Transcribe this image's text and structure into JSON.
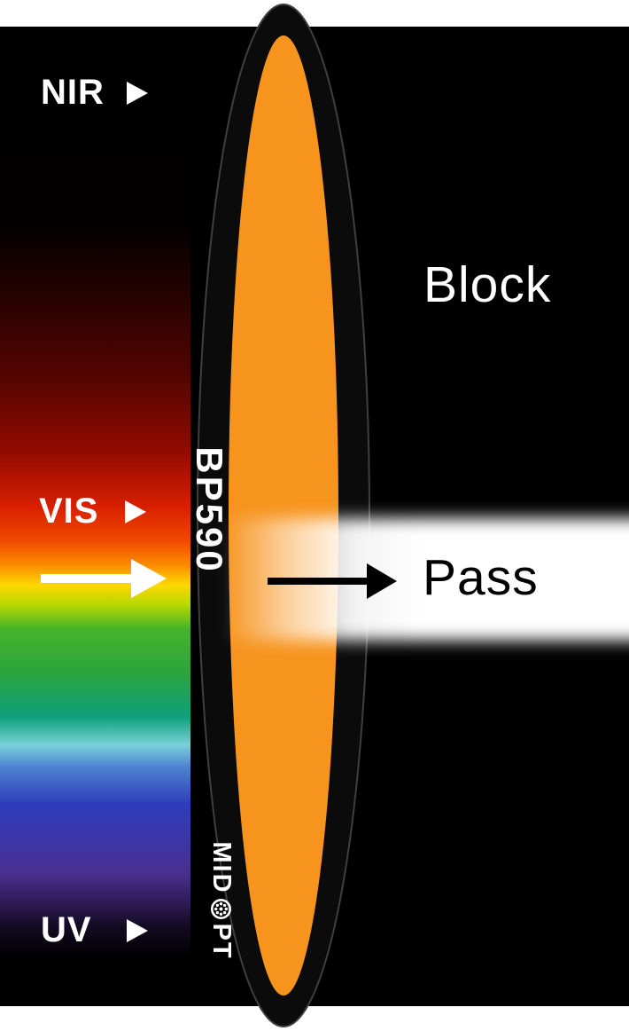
{
  "page": {
    "background": "#ffffff"
  },
  "colors": {
    "panel": "#000000",
    "rim": "#0b0b0b",
    "rim_outline": "#3f3f3f",
    "glass": "#f7941e",
    "label": "#ffffff",
    "block_text": "#ffffff",
    "pass_text": "#000000",
    "pass_band": "#ffffff",
    "spectrum_arrow": "#ffffff",
    "pass_arrow": "#000000"
  },
  "spectrum": {
    "label_nir": "NIR",
    "label_vis": "VIS",
    "label_uv": "UV",
    "stops": [
      {
        "pct": 0,
        "color": "#000000"
      },
      {
        "pct": 20,
        "color": "#020000"
      },
      {
        "pct": 27,
        "color": "#230200"
      },
      {
        "pct": 36,
        "color": "#560500"
      },
      {
        "pct": 43.5,
        "color": "#930b00"
      },
      {
        "pct": 49,
        "color": "#d81f00"
      },
      {
        "pct": 52.5,
        "color": "#f04a00"
      },
      {
        "pct": 55,
        "color": "#fb8d00"
      },
      {
        "pct": 57,
        "color": "#ffd800"
      },
      {
        "pct": 59,
        "color": "#b8d800"
      },
      {
        "pct": 61.5,
        "color": "#46b42a"
      },
      {
        "pct": 66,
        "color": "#2aa53e"
      },
      {
        "pct": 70.5,
        "color": "#0fa07c"
      },
      {
        "pct": 73.3,
        "color": "#79d2d8"
      },
      {
        "pct": 75.5,
        "color": "#4e86d2"
      },
      {
        "pct": 79.3,
        "color": "#2f3dbb"
      },
      {
        "pct": 83,
        "color": "#3c35a8"
      },
      {
        "pct": 86.5,
        "color": "#4b2f8f"
      },
      {
        "pct": 89,
        "color": "#341d5e"
      },
      {
        "pct": 92,
        "color": "#120a20"
      },
      {
        "pct": 95,
        "color": "#000000"
      },
      {
        "pct": 100,
        "color": "#000000"
      }
    ]
  },
  "filter": {
    "model": "BP590",
    "brand": {
      "prefix": "MID",
      "suffix": "PT",
      "o_icon": "dotted-aperture-o"
    }
  },
  "annotations": {
    "block": "Block",
    "pass": "Pass"
  }
}
